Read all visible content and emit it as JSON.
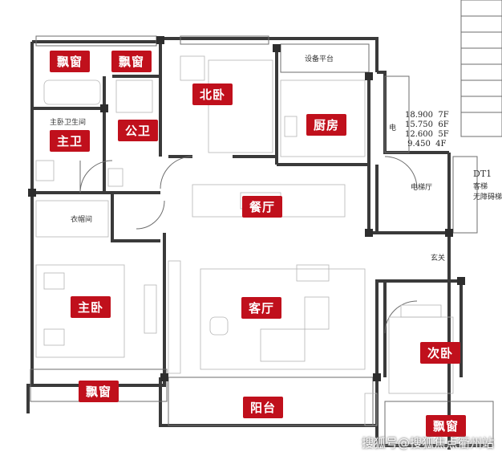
{
  "rooms": {
    "bay_window_1": "飘窗",
    "bay_window_2": "飘窗",
    "north_bedroom": "北卧",
    "kitchen": "厨房",
    "master_bath": "主卫",
    "public_bath": "公卫",
    "dining": "餐厅",
    "master_bedroom": "主卧",
    "living": "客厅",
    "second_bedroom": "次卧",
    "bay_window_3": "飘窗",
    "balcony": "阳台",
    "bay_window_4": "飘窗"
  },
  "notes": {
    "master_bath_small": "主卧卫生间",
    "wardrobe": "衣帽间",
    "aircon": "设备平台",
    "elevator_hall": "电梯厅",
    "entry": "玄关",
    "electric": "电",
    "dt1_title": "DT1",
    "dt1_line1": "客梯",
    "dt1_line2": "无障碍梯"
  },
  "elevations": [
    "18.900  7F",
    "15.750  6F",
    "12.600  5F",
    " 9.450  4F"
  ],
  "watermark": "搜狐号@搜狐焦点衢州站",
  "colors": {
    "label_bg": "#c0101c",
    "label_text": "#ffffff",
    "wall": "#3a3a3a"
  }
}
